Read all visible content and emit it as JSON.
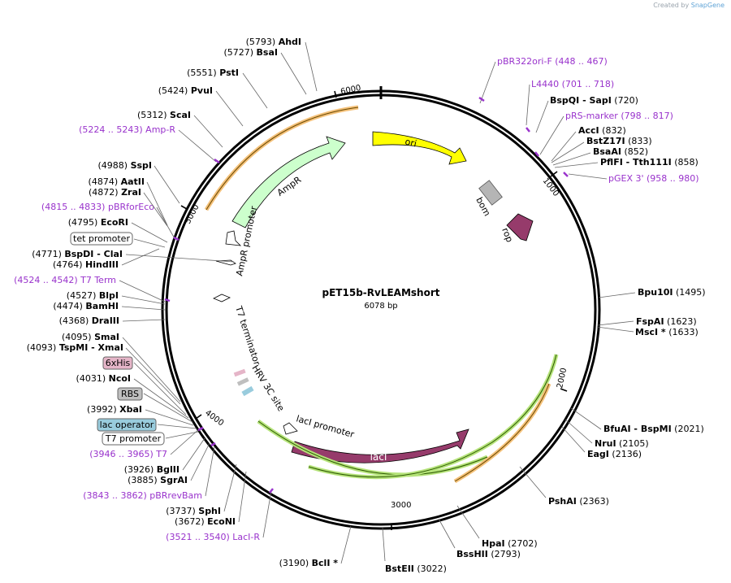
{
  "header": {
    "created_by": "Created by",
    "brand": "SnapGene"
  },
  "plasmid": {
    "name": "pET15b-RvLEAMshort",
    "size": "6078 bp",
    "length": 6078
  },
  "ticks": [
    "1000",
    "2000",
    "3000",
    "4000",
    "5000",
    "6000"
  ],
  "sites": [
    {
      "text": "(5793)  AhdI",
      "bp": 5793
    },
    {
      "text": "(5727)  BsaI",
      "bp": 5727
    },
    {
      "text": "(5551)  PstI",
      "bp": 5551
    },
    {
      "text": "(5424)  PvuI",
      "bp": 5424
    },
    {
      "text": "(5312)  ScaI",
      "bp": 5312
    },
    {
      "text": "(4988)  SspI",
      "bp": 4988
    },
    {
      "text": "(4874)  AatII",
      "bp": 4874
    },
    {
      "text": "(4872)  ZraI",
      "bp": 4872
    },
    {
      "text": "(4795)  EcoRI",
      "bp": 4795
    },
    {
      "text": "(4771)  BspDI  - ClaI",
      "bp": 4771
    },
    {
      "text": "(4764)  HindIII",
      "bp": 4764
    },
    {
      "text": "(4527)  BlpI",
      "bp": 4527
    },
    {
      "text": "(4474)  BamHI",
      "bp": 4474
    },
    {
      "text": "(4368)  DraIII",
      "bp": 4368
    },
    {
      "text": "(4095)  SmaI",
      "bp": 4095
    },
    {
      "text": "(4093)  TspMI  - XmaI",
      "bp": 4093
    },
    {
      "text": "(4031)  NcoI",
      "bp": 4031
    },
    {
      "text": "(3992)  XbaI",
      "bp": 3992
    },
    {
      "text": "(3926)  BglII",
      "bp": 3926
    },
    {
      "text": "(3885)  SgrAI",
      "bp": 3885
    },
    {
      "text": "(3737)  SphI",
      "bp": 3737
    },
    {
      "text": "(3672)  EcoNI",
      "bp": 3672
    },
    {
      "text": "(3190)  BclI *",
      "bp": 3190
    },
    {
      "text": "BstEII  (3022)",
      "bp": 3022
    },
    {
      "text": "BssHII  (2793)",
      "bp": 2793
    },
    {
      "text": "HpaI  (2702)",
      "bp": 2702
    },
    {
      "text": "PshAI  (2363)",
      "bp": 2363
    },
    {
      "text": "EagI  (2136)",
      "bp": 2136
    },
    {
      "text": "NruI  (2105)",
      "bp": 2105
    },
    {
      "text": "BfuAI  - BspMI  (2021)",
      "bp": 2021
    },
    {
      "text": "MscI *  (1633)",
      "bp": 1633
    },
    {
      "text": "FspAI  (1623)",
      "bp": 1623
    },
    {
      "text": "Bpu10I  (1495)",
      "bp": 1495
    },
    {
      "text": "PflFI  - Tth111I  (858)",
      "bp": 858
    },
    {
      "text": "BsaAI  (852)",
      "bp": 852
    },
    {
      "text": "BstZ17I  (833)",
      "bp": 833
    },
    {
      "text": "AccI  (832)",
      "bp": 832
    },
    {
      "text": "BspQI  - SapI  (720)",
      "bp": 720
    }
  ],
  "primers": [
    {
      "text": "pBR322ori-F  (448 .. 467)",
      "bp": 457
    },
    {
      "text": "L4440  (701 .. 718)",
      "bp": 709
    },
    {
      "text": "pRS-marker  (798 .. 817)",
      "bp": 807
    },
    {
      "text": "pGEX 3'  (958 .. 980)",
      "bp": 969
    },
    {
      "text": "(5224 .. 5243)  Amp-R",
      "bp": 5233
    },
    {
      "text": "(4815 .. 4833)  pBRforEco",
      "bp": 4824
    },
    {
      "text": "(4524 .. 4542)  T7 Term",
      "bp": 4533
    },
    {
      "text": "(3946 .. 3965)  T7",
      "bp": 3955
    },
    {
      "text": "(3843 .. 3862)  pBRrevBam",
      "bp": 3852
    },
    {
      "text": "(3521 .. 3540)  LacI-R",
      "bp": 3530
    }
  ],
  "boxed_features": [
    {
      "text": "tet promoter"
    },
    {
      "text": "6xHis"
    },
    {
      "text": "RBS"
    },
    {
      "text": "lac operator"
    },
    {
      "text": "T7 promoter"
    }
  ],
  "features": {
    "ori": "ori",
    "bom": "bom",
    "rop": "rop",
    "ampr": "AmpR",
    "ampr_promoter": "AmpR promoter",
    "t7_terminator": "T7 terminator",
    "hrv": "HRV 3C site",
    "laci_promoter": "lacI promoter",
    "laci": "lacI"
  },
  "colors": {
    "ori": "#ffff00",
    "bom": "#b5b5b5",
    "rop": "#963b6b",
    "ampr": "#ccffcc",
    "laci": "#963b6b",
    "enzyme": "#000000",
    "primer": "#9933cc",
    "orf_green": "#66cc33",
    "orf_orange": "#ff9933",
    "his_tag": "#e5b5c8",
    "lac_operator": "#99ccdd",
    "rbs": "#bfbfbf"
  }
}
